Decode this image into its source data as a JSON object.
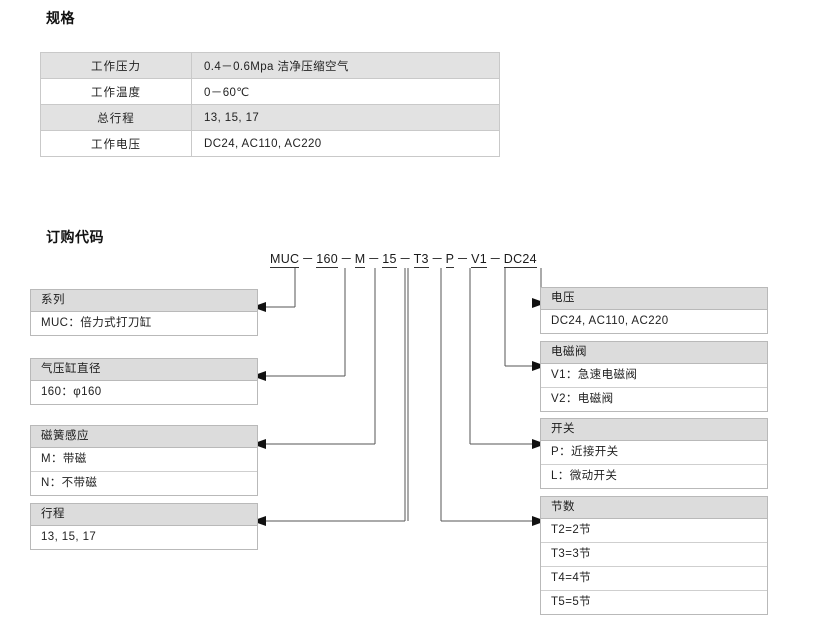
{
  "spec": {
    "heading": "规格",
    "rows": [
      {
        "label": "工作压力",
        "value": "0.4－0.6Mpa   洁净压缩空气",
        "shaded": true
      },
      {
        "label": "工作温度",
        "value": "0－60℃",
        "shaded": false
      },
      {
        "label": "总行程",
        "value": "13, 15, 17",
        "shaded": true
      },
      {
        "label": "工作电压",
        "value": "DC24, AC110, AC220",
        "shaded": false
      }
    ]
  },
  "order": {
    "heading": "订购代码",
    "code_segments": [
      "MUC",
      "160",
      "M",
      "15",
      "T3",
      "P",
      "V1",
      "DC24"
    ],
    "separator": "－",
    "left_boxes": [
      {
        "title": "系列",
        "rows": [
          "MUC：倍力式打刀缸"
        ]
      },
      {
        "title": "气压缸直径",
        "rows": [
          "160：φ160"
        ]
      },
      {
        "title": "磁簧感应",
        "rows": [
          "M：带磁",
          "N：不带磁"
        ]
      },
      {
        "title": "行程",
        "rows": [
          "13, 15,  17"
        ]
      }
    ],
    "right_boxes": [
      {
        "title": "电压",
        "rows": [
          "DC24, AC110, AC220"
        ]
      },
      {
        "title": "电磁阀",
        "rows": [
          "V1：急速电磁阀",
          "V2：电磁阀"
        ]
      },
      {
        "title": "开关",
        "rows": [
          "P：近接开关",
          "L：微动开关"
        ]
      },
      {
        "title": "节数",
        "rows": [
          "T2=2节",
          "T3=3节",
          "T4=4节",
          "T5=5节"
        ]
      }
    ]
  },
  "colors": {
    "header_fill": "#dcdcdc",
    "row_shade": "#e2e2e2",
    "border": "#b9b9b9",
    "connector": "#555555",
    "text": "#1c1c1c"
  }
}
